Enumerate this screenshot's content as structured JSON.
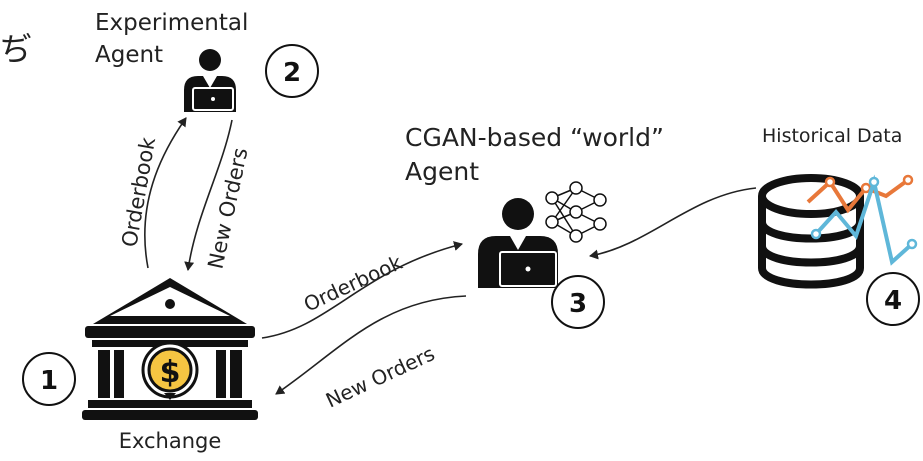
{
  "agents": {
    "exchange": {
      "number": "1",
      "label": "Exchange",
      "icon": "bank-dollar-icon"
    },
    "experimental": {
      "number": "2",
      "label_line1": "Experimental",
      "label_line2": "Agent",
      "icon": "trader-laptop-icon"
    },
    "cgan": {
      "number": "3",
      "label_line1": "CGAN-based “world”",
      "label_line2": "Agent",
      "icon": "trader-neural-net-icon"
    },
    "historical": {
      "number": "4",
      "label": "Historical Data",
      "icon": "database-chart-icon"
    }
  },
  "edges": {
    "exp_orderbook": "Orderbook",
    "exp_new_orders": "New Orders",
    "cgan_orderbook": "Orderbook",
    "cgan_new_orders": "New Orders"
  },
  "colors": {
    "ink": "#111111",
    "coin": "#f5c542",
    "series_orange": "#e8783a",
    "series_blue": "#5fb7d9"
  }
}
